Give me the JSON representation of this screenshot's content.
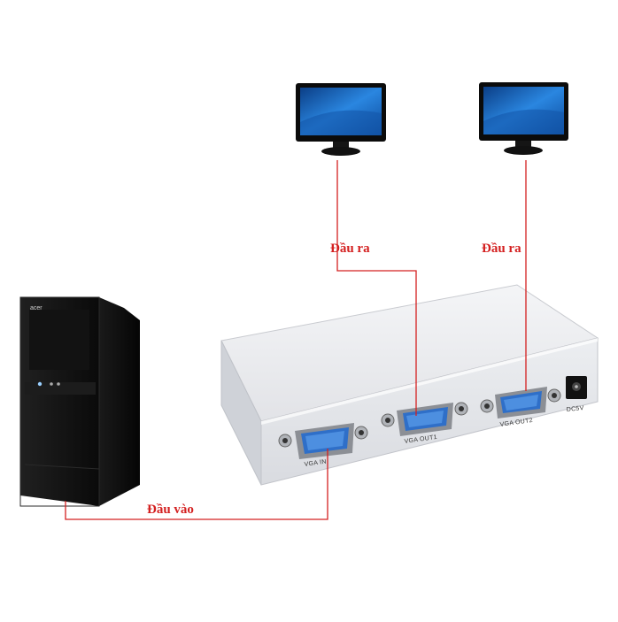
{
  "labels": {
    "output_1": "Đầu ra",
    "output_2": "Đầu ra",
    "input": "Đầu vào"
  },
  "splitter": {
    "port_in": "VGA IN",
    "port_out1": "VGA OUT1",
    "port_out2": "VGA OUT2",
    "power": "DC5V"
  },
  "pc": {
    "brand": "acer"
  },
  "colors": {
    "wire": "#d42020",
    "label": "#d42020",
    "port_blue": "#2f6fc8",
    "box": "#e8e9ec",
    "pc_body": "#0d0d0d",
    "screen": "#1e6fc4"
  },
  "icons": [
    "pc-tower-icon",
    "monitor-icon",
    "vga-splitter-icon"
  ]
}
